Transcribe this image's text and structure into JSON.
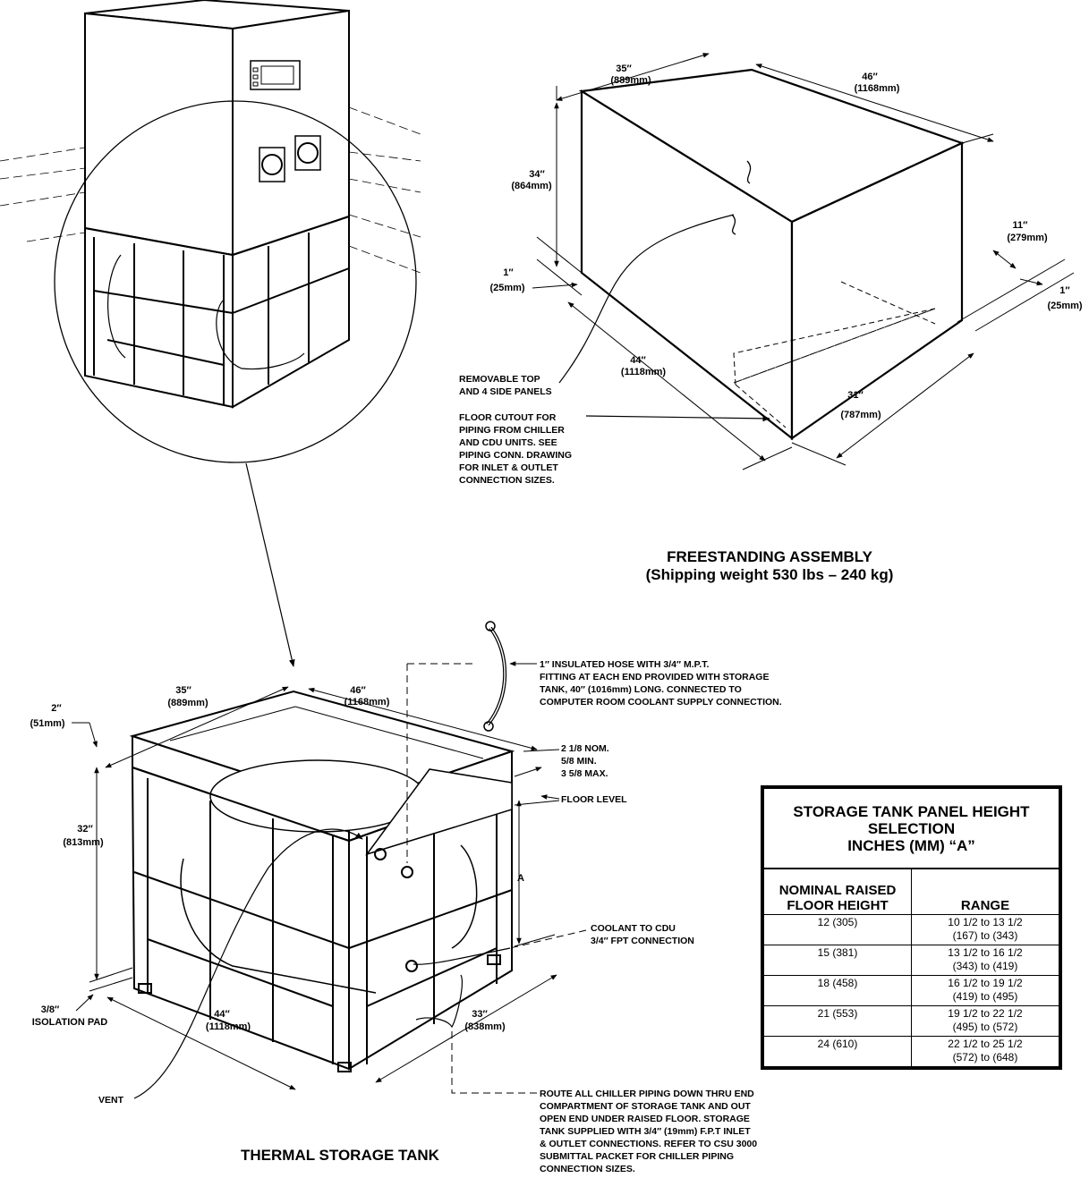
{
  "freestanding": {
    "title": "FREESTANDING ASSEMBLY",
    "subtitle": "(Shipping weight 530 lbs – 240 kg)",
    "dims": {
      "d35": "35″",
      "d35mm": "(889mm)",
      "d46": "46″",
      "d46mm": "(1168mm)",
      "d34": "34″",
      "d34mm": "(864mm)",
      "d1": "1″",
      "d1mm": "(25mm)",
      "d11": "11″",
      "d11mm": "(279mm)",
      "d1r": "1″",
      "d1rmm": "(25mm)",
      "d44": "44″",
      "d44mm": "(1118mm)",
      "d31": "31″",
      "d31mm": "(787mm)"
    },
    "notes": {
      "panels": [
        "REMOVABLE TOP",
        "AND 4 SIDE PANELS"
      ],
      "cutout": [
        "FLOOR CUTOUT FOR",
        "PIPING FROM CHILLER",
        "AND CDU UNITS. SEE",
        "PIPING CONN. DRAWING",
        "FOR INLET & OUTLET",
        "CONNECTION SIZES."
      ]
    }
  },
  "tank": {
    "title": "THERMAL STORAGE TANK",
    "dims": {
      "d35": "35″",
      "d35mm": "(889mm)",
      "d46": "46″",
      "d46mm": "(1168mm)",
      "d2": "2″",
      "d2mm": "(51mm)",
      "d32": "32″",
      "d32mm": "(813mm)",
      "d38": "3/8″",
      "isolation": "ISOLATION PAD",
      "d44": "44″",
      "d44mm": "(1118mm)",
      "d33": "33″",
      "d33mm": "(838mm)",
      "a": "A"
    },
    "notes": {
      "hose": [
        "1″ INSULATED HOSE WITH 3/4″ M.P.T.",
        "FITTING AT EACH END PROVIDED WITH STORAGE",
        "TANK, 40″ (1016mm) LONG. CONNECTED TO",
        "COMPUTER ROOM COOLANT SUPPLY CONNECTION."
      ],
      "nom": [
        "2 1/8 NOM.",
        "5/8 MIN.",
        "3 5/8 MAX."
      ],
      "floor": "FLOOR LEVEL",
      "coolant": [
        "COOLANT TO CDU",
        "3/4″ FPT CONNECTION"
      ],
      "vent": "VENT",
      "route": [
        "ROUTE ALL CHILLER PIPING DOWN THRU END",
        "COMPARTMENT OF STORAGE TANK AND OUT",
        "OPEN END UNDER RAISED FLOOR. STORAGE",
        "TANK SUPPLIED WITH 3/4″ (19mm) F.P.T INLET",
        "& OUTLET CONNECTIONS. REFER TO CSU 3000",
        "SUBMITTAL PACKET FOR CHILLER PIPING",
        "CONNECTION SIZES."
      ]
    }
  },
  "table": {
    "title": [
      "STORAGE TANK PANEL HEIGHT",
      "SELECTION",
      "INCHES (MM) “A”"
    ],
    "col1": [
      "NOMINAL RAISED",
      "FLOOR HEIGHT"
    ],
    "col2": "RANGE",
    "rows": [
      {
        "nominal": "12   (305)",
        "range1": "10 1/2 to 13 1/2",
        "range2": "(167) to (343)"
      },
      {
        "nominal": "15   (381)",
        "range1": "13 1/2 to 16 1/2",
        "range2": "(343) to (419)"
      },
      {
        "nominal": "18   (458)",
        "range1": "16 1/2 to 19 1/2",
        "range2": "(419) to (495)"
      },
      {
        "nominal": "21   (553)",
        "range1": "19 1/2 to 22 1/2",
        "range2": "(495) to (572)"
      },
      {
        "nominal": "24   (610)",
        "range1": "22 1/2 to 25 1/2",
        "range2": "(572) to (648)"
      }
    ]
  }
}
